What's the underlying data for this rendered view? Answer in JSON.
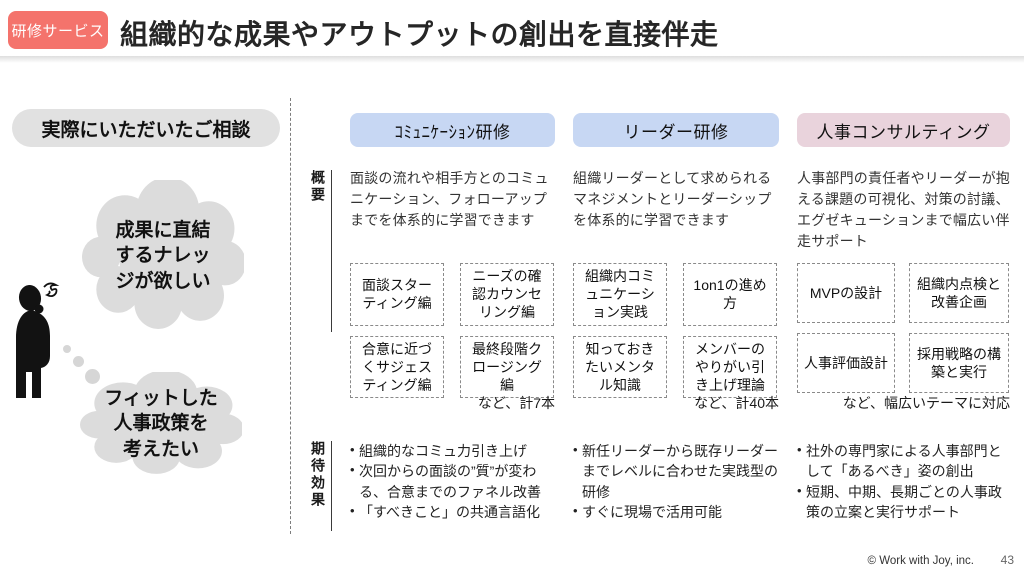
{
  "header": {
    "badge": "研修サービス",
    "title": "組織的な成果やアウトプットの創出を直接伴走"
  },
  "consult": {
    "heading": "実際にいただいたご相談",
    "bubble1": "成果に直結\nするナレッ\nジが欲しい",
    "bubble2": "フィットした\n人事政策を\n考えたい"
  },
  "row_labels": {
    "overview": "概要",
    "effects": "期待効果"
  },
  "columns": [
    {
      "name": "ｺﾐｭﾆｹｰｼｮﾝ研修",
      "overview": "面談の流れや相手方とのコミュニケーション、フォローアップまでを体系的に学習できます",
      "cards": [
        "面談スターティング編",
        "ニーズの確認カウンセリング編",
        "合意に近づくサジェスティング編",
        "最終段階クロージング編"
      ],
      "note": "など、計7本",
      "effects": [
        "組織的なコミュ力引き上げ",
        "次回からの面談の”質”が変わる、合意までのファネル改善",
        "「すべきこと」の共通言語化"
      ]
    },
    {
      "name": "リーダー研修",
      "overview": "組織リーダーとして求められるマネジメントとリーダーシップを体系的に学習できます",
      "cards": [
        "組織内コミュニケーション実践",
        "1on1の進め方",
        "知っておきたいメンタル知識",
        "メンバーのやりがい引き上げ理論"
      ],
      "note": "など、計40本",
      "effects": [
        "新任リーダーから既存リーダーまでレベルに合わせた実践型の研修",
        "すぐに現場で活用可能"
      ]
    },
    {
      "name": "人事コンサルティング",
      "overview": "人事部門の責任者やリーダーが抱える課題の可視化、対策の討議、エグゼキューションまで幅広い伴走サポート",
      "cards": [
        "MVPの設計",
        "組織内点検と改善企画",
        "人事評価設計",
        "採用戦略の構築と実行"
      ],
      "note": "など、幅広いテーマに対応",
      "effects": [
        "社外の専門家による人事部門として「あるべき」姿の創出",
        "短期、中期、長期ごとの人事政策の立案と実行サポート"
      ]
    }
  ],
  "colors": {
    "badge": "#f4736c",
    "header_blue": "#c7d7f3",
    "header_pink": "#e9d3dc",
    "bubble_gray": "#dcdcdc",
    "pill_gray": "#e1e1e1"
  },
  "footer": {
    "copyright": "© Work with Joy, inc.",
    "page": "43"
  }
}
